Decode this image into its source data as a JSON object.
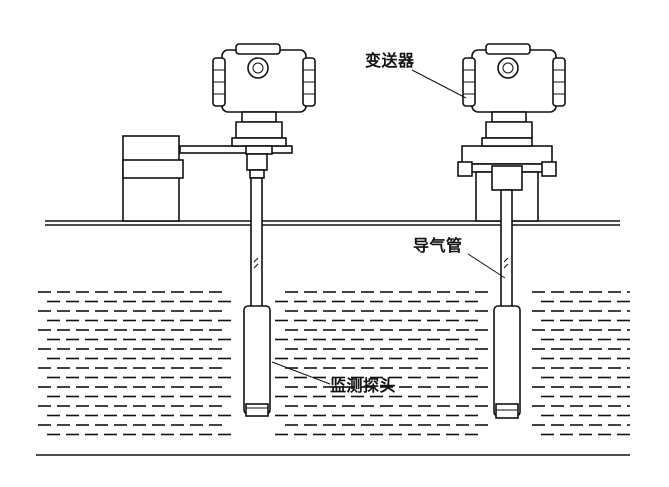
{
  "labels": {
    "transmitter": "变送器",
    "guide_pipe": "导气管",
    "probe": "监测探头"
  }
}
